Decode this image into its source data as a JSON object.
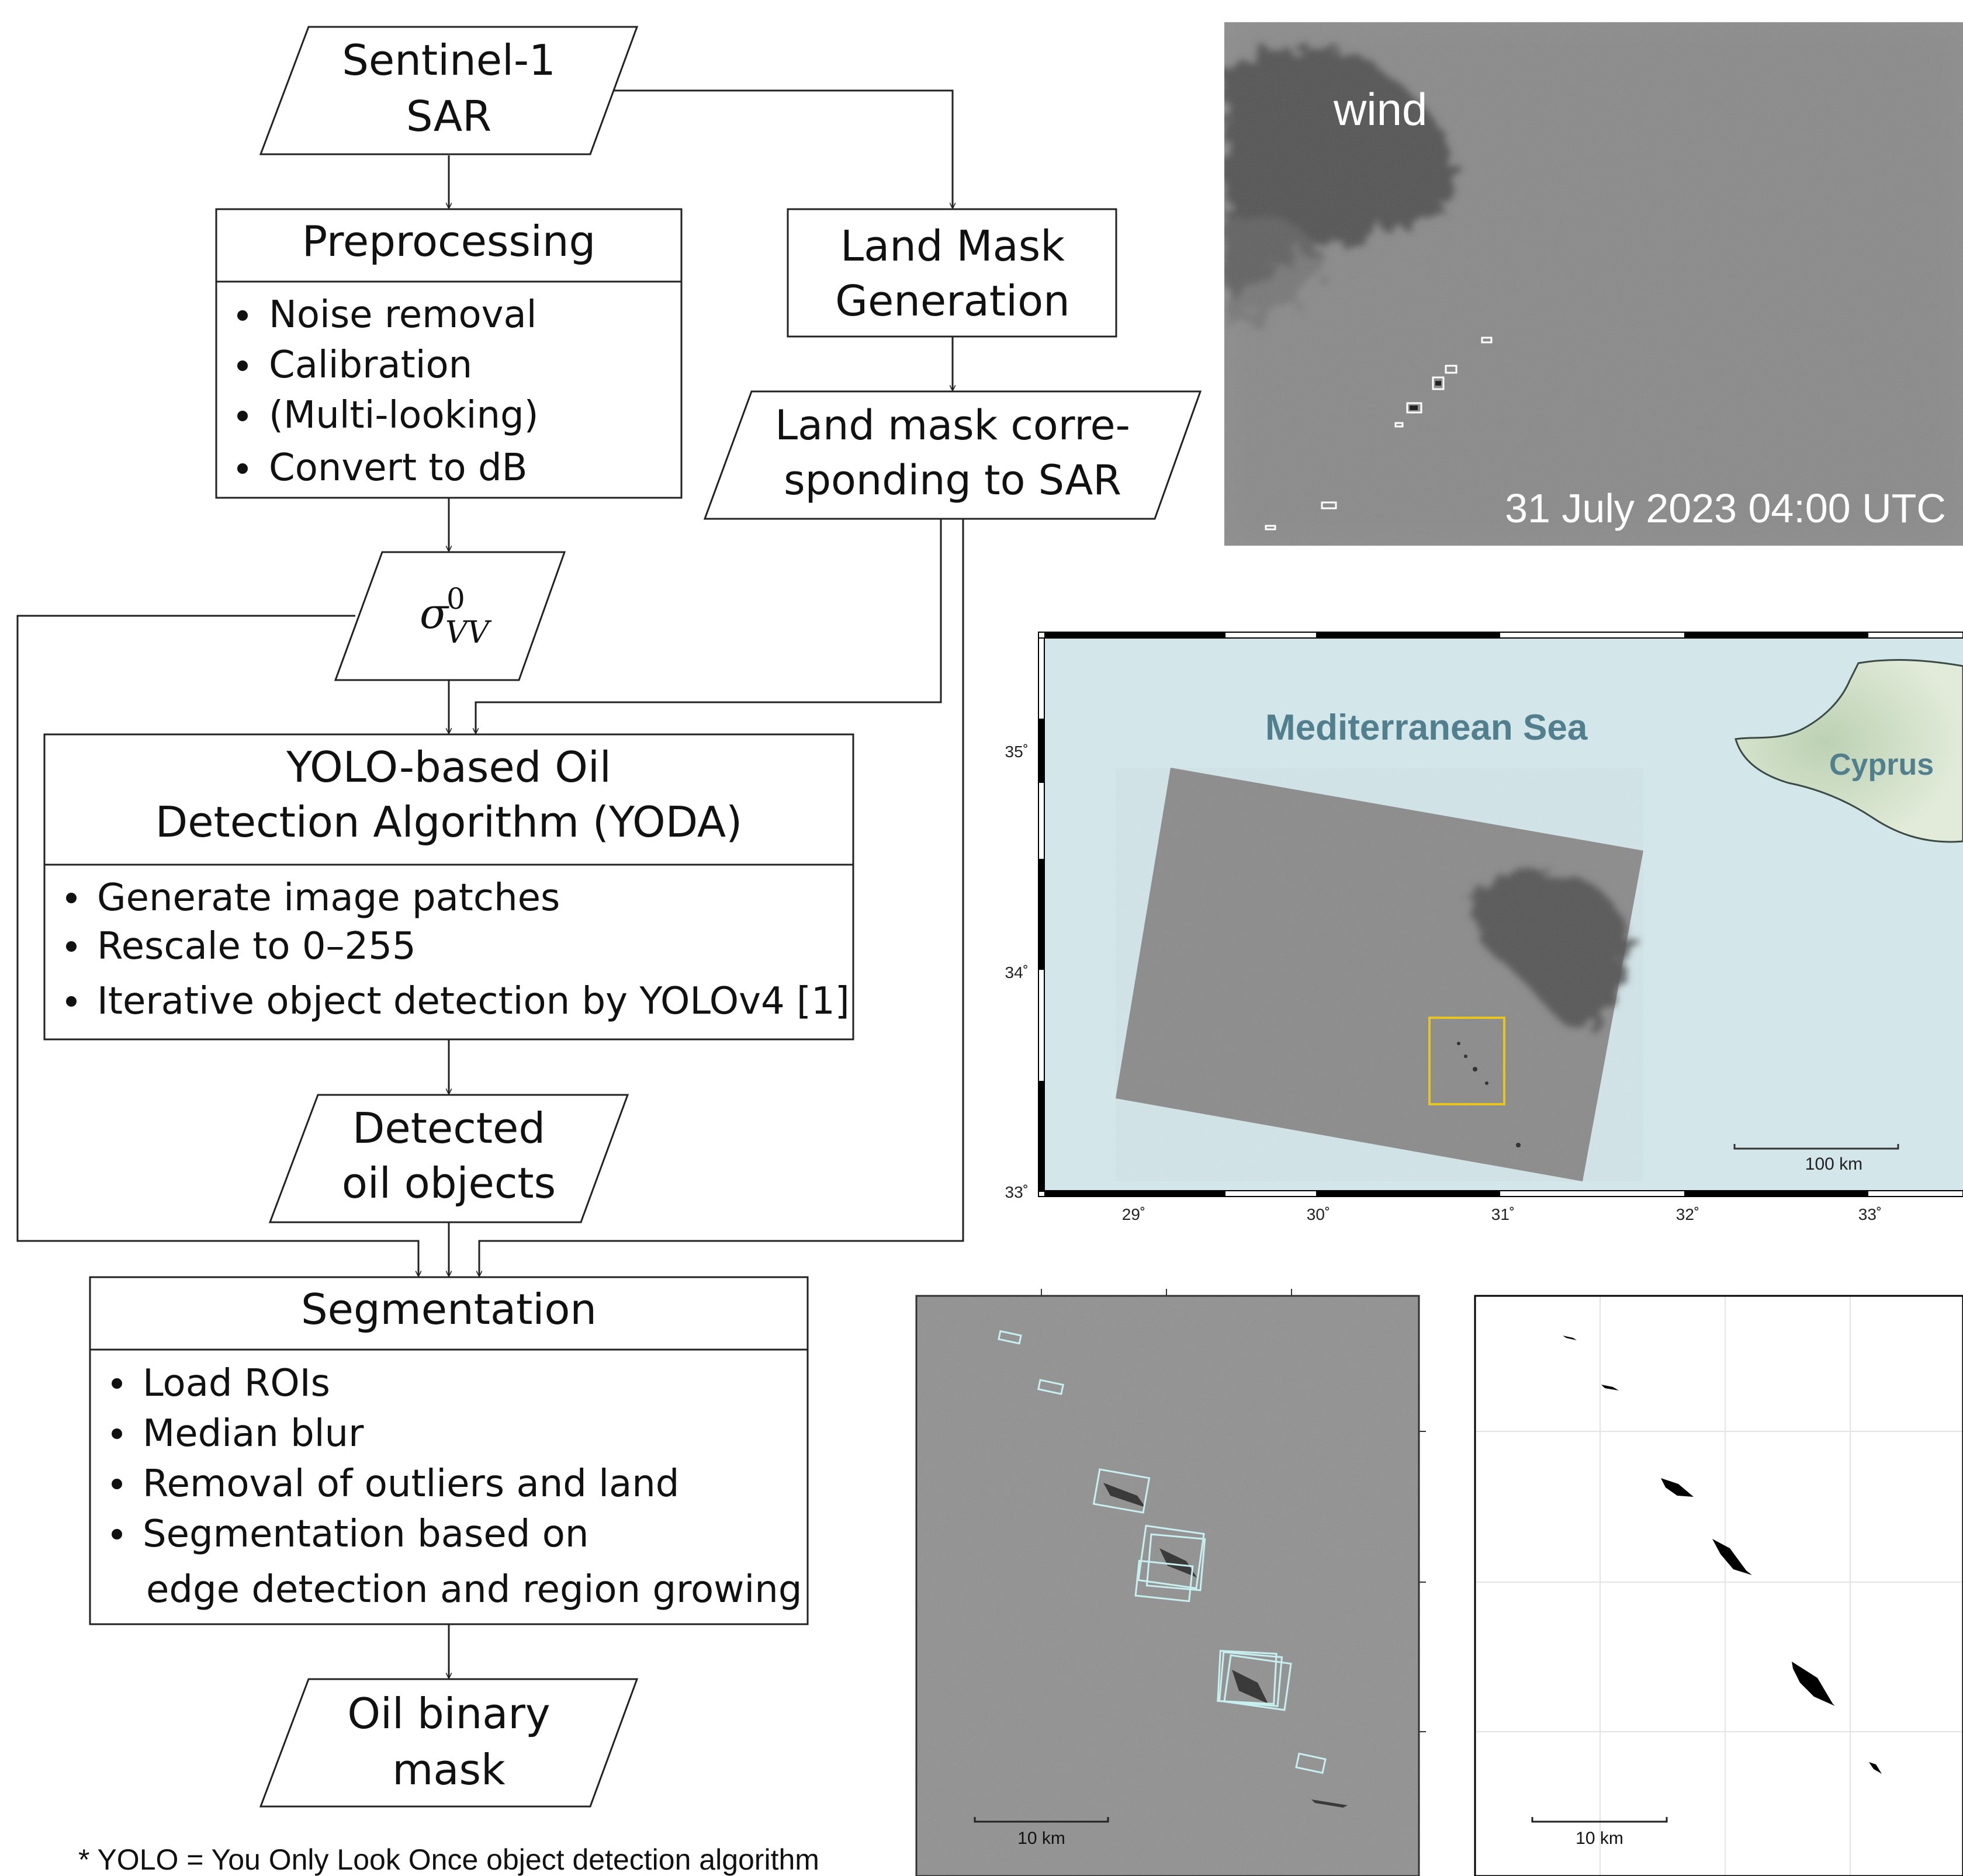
{
  "flowchart": {
    "sentinel": [
      "Sentinel-1",
      "SAR"
    ],
    "preprocessing": {
      "title": "Preprocessing",
      "items": [
        "Noise removal",
        "Calibration",
        "(Multi-looking)",
        "Convert to dB"
      ]
    },
    "landmask_gen": [
      "Land Mask",
      "Generation"
    ],
    "landmask_out": [
      "Land mask corre-",
      "sponding to SAR"
    ],
    "sigma": {
      "base": "σ",
      "sup": "0",
      "sub": "VV"
    },
    "yoda": {
      "title": [
        "YOLO-based Oil",
        "Detection Algorithm (YODA)"
      ],
      "items": [
        "Generate image patches",
        "Rescale to 0–255",
        "Iterative object detection by YOLOv4 [1]"
      ]
    },
    "detected": [
      "Detected",
      "oil objects"
    ],
    "segmentation": {
      "title": "Segmentation",
      "items": [
        "Load ROIs",
        "Median blur",
        "Removal of outliers and land",
        "Segmentation based on"
      ],
      "continuation": "edge detection and region growing"
    },
    "binary": [
      "Oil binary",
      "mask"
    ],
    "footnote": "* YOLO = You Only Look Once object detection algorithm"
  },
  "sar_panel": {
    "wind_label": "wind",
    "timestamp": "31 July 2023 04:00 UTC"
  },
  "map_panel": {
    "sea_label": "Mediterranean Sea",
    "island_label": "Cyprus",
    "scale_label": "100 km",
    "lat_ticks": [
      "35˚",
      "34˚",
      "33˚"
    ],
    "lon_ticks": [
      "29˚",
      "30˚",
      "31˚",
      "32˚",
      "33˚"
    ]
  },
  "detail_panel": {
    "scale_label": "10 km"
  },
  "mask_panel": {
    "scale_label": "10 km"
  },
  "colors": {
    "line": "#222222",
    "sea": "#d3e6ea",
    "land": "#d6e3cd",
    "highlight": "#e7c41f",
    "detect_box": "#c8f0f0",
    "sea_label": "#527f8e"
  }
}
